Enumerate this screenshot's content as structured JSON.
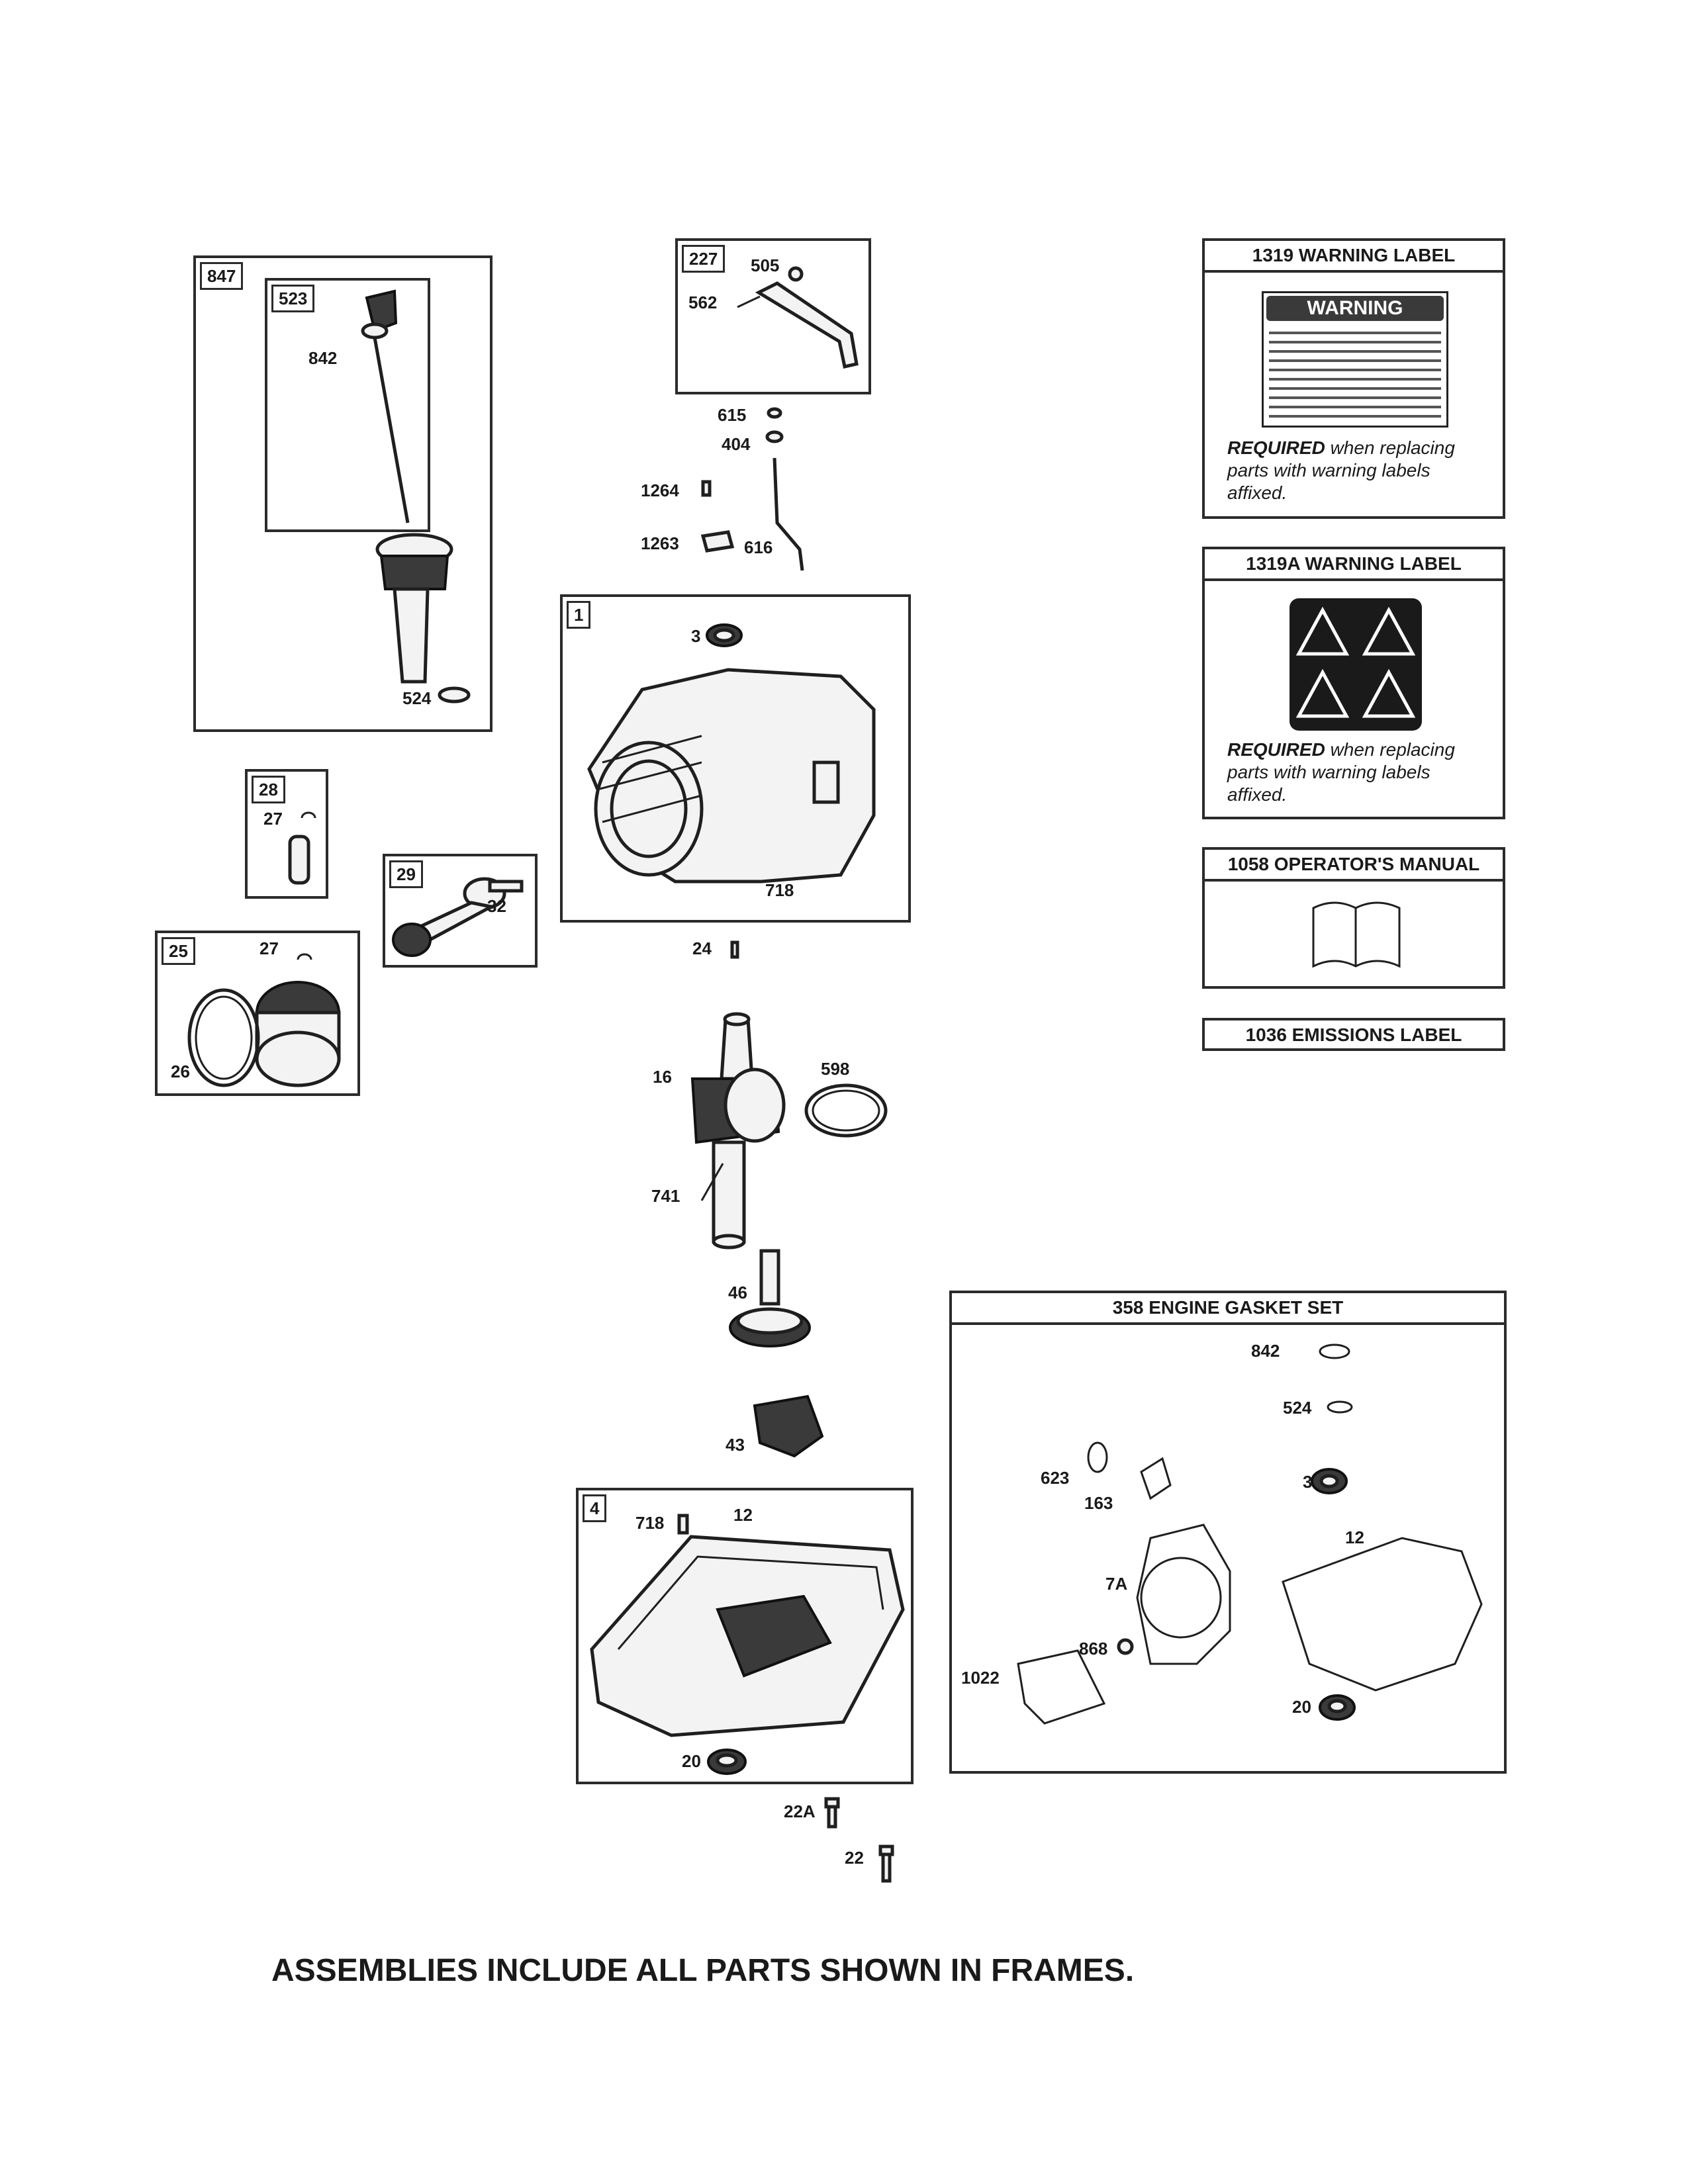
{
  "assemblies": {
    "a847": "847",
    "a523": "523",
    "a227": "227",
    "a1": "1",
    "a28": "28",
    "a29": "29",
    "a25": "25",
    "a4": "4"
  },
  "parts": {
    "p842": "842",
    "p524": "524",
    "p505": "505",
    "p562": "562",
    "p615": "615",
    "p404": "404",
    "p1264": "1264",
    "p1263": "1263",
    "p616": "616",
    "p3": "3",
    "p718": "718",
    "p27a": "27",
    "p32": "32",
    "p27b": "27",
    "p26": "26",
    "p24": "24",
    "p16": "16",
    "p598": "598",
    "p741": "741",
    "p46": "46",
    "p43": "43",
    "p718b": "718",
    "p12": "12",
    "p20": "20",
    "p22A": "22A",
    "p22": "22"
  },
  "labels": {
    "warning_title": "1319 WARNING LABEL",
    "warning_badge": "WARNING",
    "warningA_title": "1319A WARNING LABEL",
    "required_bold": "REQUIRED",
    "required_rest1": "when replacing",
    "required_line2": "parts with warning labels",
    "required_line3": "affixed.",
    "manual_title": "1058 OPERATOR'S MANUAL",
    "emissions_title": "1036 EMISSIONS LABEL"
  },
  "gasket_set": {
    "title": "358 ENGINE GASKET SET",
    "g842": "842",
    "g524": "524",
    "g623": "623",
    "g163": "163",
    "g3": "3",
    "g12": "12",
    "g7A": "7A",
    "g868": "868",
    "g1022": "1022",
    "g20": "20"
  },
  "footer": "ASSEMBLIES INCLUDE ALL PARTS SHOWN IN FRAMES."
}
